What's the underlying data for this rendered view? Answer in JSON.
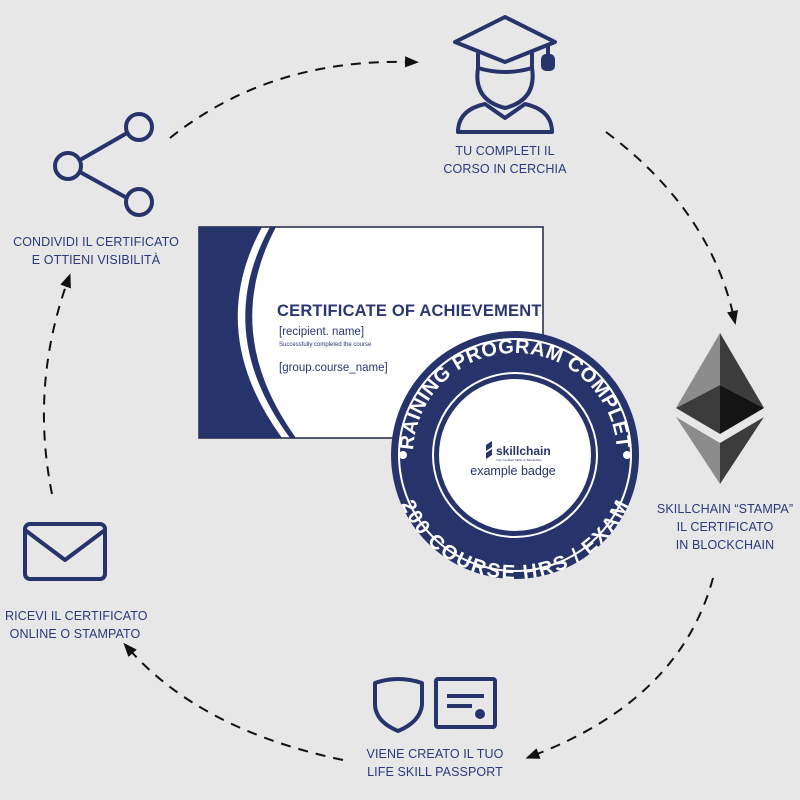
{
  "colors": {
    "background": "#e7e7e8",
    "navy": "#26346b",
    "arrow": "#111111",
    "ethereum_dark": "#2a2a2a",
    "ethereum_light": "#8c8c8c"
  },
  "steps": [
    {
      "icon": "graduate-icon",
      "lines": [
        "TU COMPLETI IL",
        "CORSO IN CERCHIA"
      ]
    },
    {
      "icon": "ethereum-icon",
      "lines": [
        "SKILLCHAIN “STAMPA”",
        "IL CERTIFICATO",
        "IN BLOCKCHAIN"
      ]
    },
    {
      "icon": "shield-certificate-icon",
      "lines": [
        "VIENE CREATO IL TUO",
        "LIFE SKILL PASSPORT"
      ]
    },
    {
      "icon": "envelope-icon",
      "lines": [
        "RICEVI IL CERTIFICATO",
        "ONLINE O STAMPATO"
      ]
    },
    {
      "icon": "share-icon",
      "lines": [
        "CONDIVIDI IL CERTIFICATO",
        "E OTTIENI VISIBILITÀ"
      ]
    }
  ],
  "certificate": {
    "title": "CERTIFICATE OF ACHIEVEMENT",
    "recipient": "[recipient. name]",
    "subtitle": "Successfully completed the course",
    "course": "[group.course_name]"
  },
  "badge": {
    "top_text": "TRAINING PROGRAM COMPLETE",
    "bottom_text": "200 COURSE HRS / EXAM",
    "brand": "skillchain",
    "brand_tagline": "Your Certified Skills on Blockchain",
    "label": "example badge"
  }
}
